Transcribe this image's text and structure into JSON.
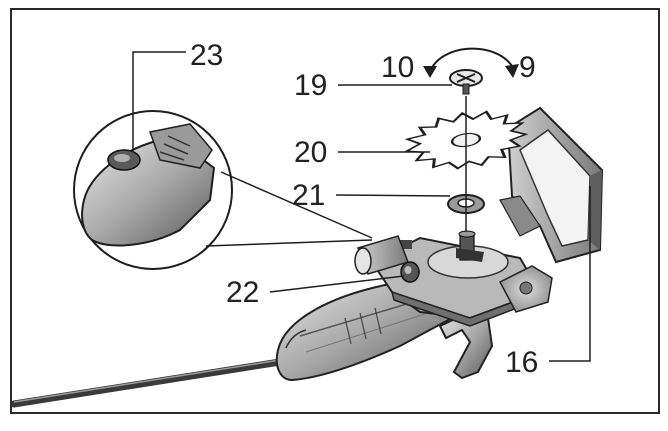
{
  "callouts": {
    "c23": "23",
    "c19": "19",
    "c10": "10",
    "c9": "9",
    "c20": "20",
    "c21": "21",
    "c22": "22",
    "c16": "16"
  },
  "colors": {
    "frame": "#2a2a2a",
    "line": "#1e1e1e",
    "tool_dark": "#3c3c3c",
    "tool_mid": "#8c8c8c",
    "tool_light": "#d2d2d2",
    "background": "#ffffff"
  }
}
